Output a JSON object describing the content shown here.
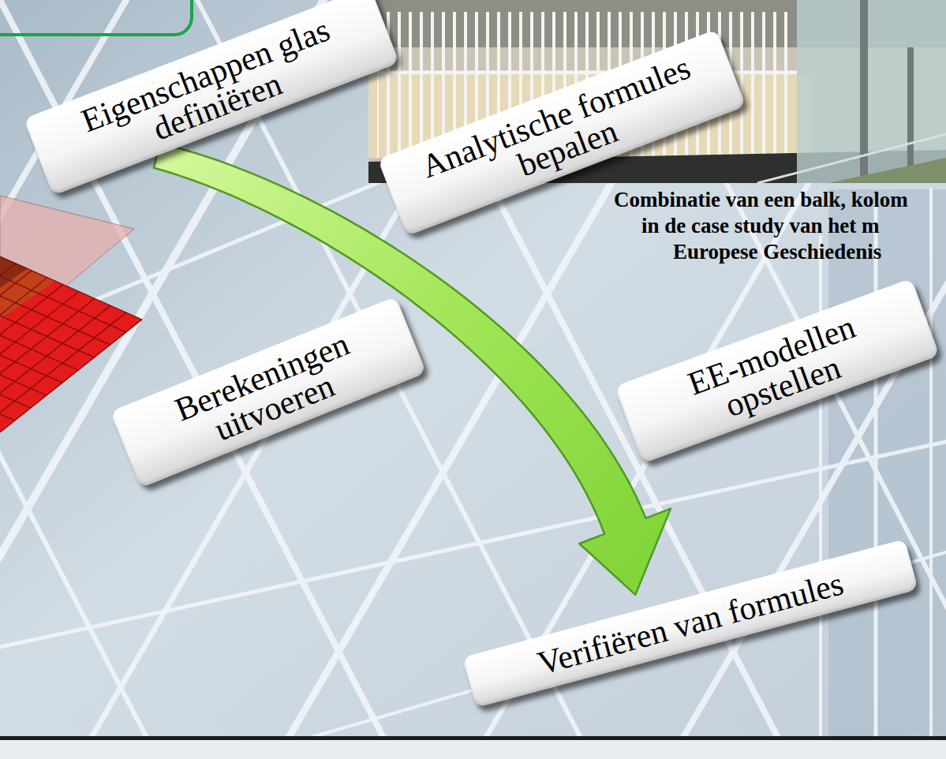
{
  "diagram": {
    "nodes": [
      {
        "text": [
          "Eigenschappen glas definiëren"
        ]
      },
      {
        "text": [
          "Analytische formules bepalen"
        ]
      },
      {
        "text": [
          "Berekeningen uitvoeren"
        ]
      },
      {
        "text": [
          "EE-modellen opstellen"
        ]
      },
      {
        "text": [
          "Verifiëren van formules"
        ]
      }
    ],
    "edges": [
      {
        "from": 0,
        "to": 4,
        "arrow": "to"
      }
    ],
    "labels": [
      "Combinatie van een balk, kolom",
      "in de case study van het m",
      "Europese Geschiedenis"
    ]
  }
}
